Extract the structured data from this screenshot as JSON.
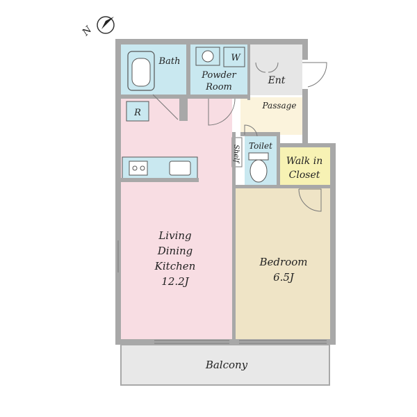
{
  "compass": {
    "label": "N"
  },
  "rooms": {
    "bath": {
      "label": "Bath"
    },
    "washer": {
      "label": "W"
    },
    "powder_room": {
      "line1": "Powder",
      "line2": "Room"
    },
    "entrance": {
      "label": "Ent"
    },
    "passage": {
      "label": "Passage"
    },
    "refrigerator": {
      "label": "R"
    },
    "shelf": {
      "label": "Shelf"
    },
    "toilet": {
      "label": "Toilet"
    },
    "walk_in_closet": {
      "line1": "Walk in",
      "line2": "Closet"
    },
    "ldk": {
      "line1": "Living",
      "line2": "Dining",
      "line3": "Kitchen",
      "line4": "12.2J"
    },
    "bedroom": {
      "line1": "Bedroom",
      "line2": "6.5J"
    },
    "balcony": {
      "label": "Balcony"
    }
  },
  "colors": {
    "wall": "#a8a8a8",
    "ldk": "#f8dde3",
    "bedroom": "#efe4c6",
    "wet_area": "#c9e8f0",
    "entrance": "#e6e6e6",
    "passage": "#fbf3dc",
    "closet": "#f7f2b4",
    "balcony": "#e8e8e8"
  }
}
